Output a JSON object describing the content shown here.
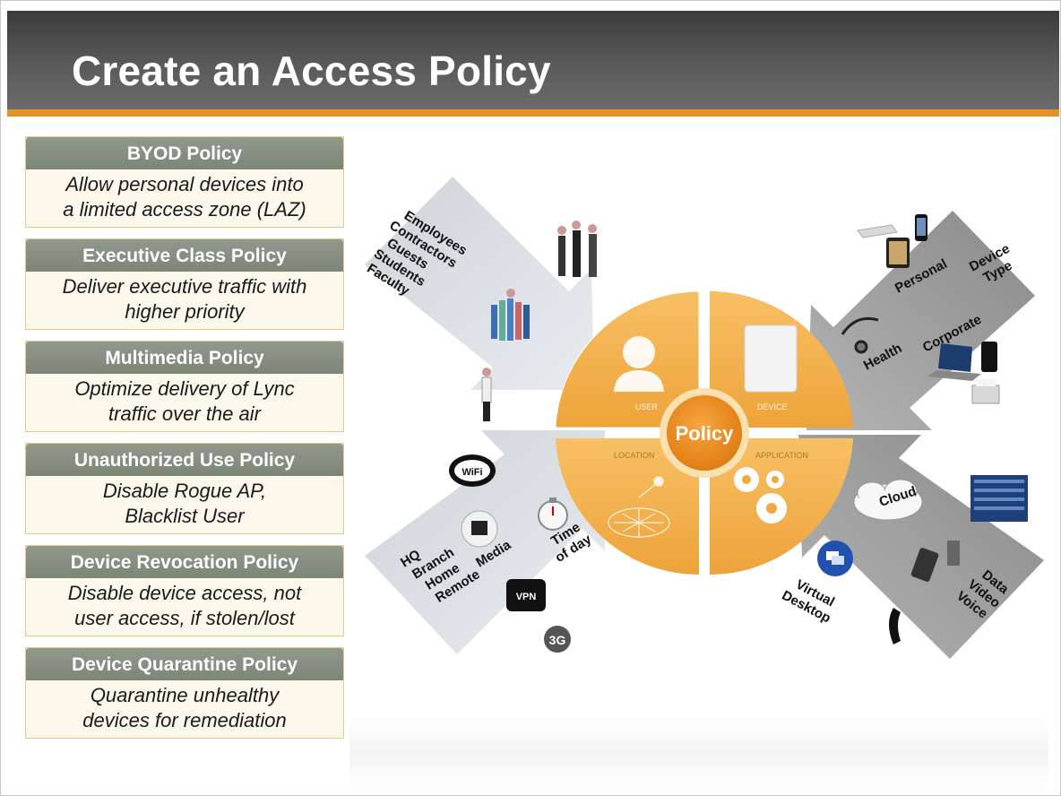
{
  "slide": {
    "title": "Create an Access Policy"
  },
  "policies": [
    {
      "name": "BYOD Policy",
      "description": "Allow personal devices into\na limited access zone (LAZ)"
    },
    {
      "name": "Executive Class Policy",
      "description": "Deliver executive traffic with\nhigher priority"
    },
    {
      "name": "Multimedia Policy",
      "description": "Optimize delivery of Lync\ntraffic over the air"
    },
    {
      "name": "Unauthorized Use Policy",
      "description": "Disable Rogue AP,\nBlacklist User"
    },
    {
      "name": "Device Revocation Policy",
      "description": "Disable device access, not\nuser access, if stolen/lost"
    },
    {
      "name": "Device Quarantine Policy",
      "description": "Quarantine unhealthy\ndevices for remediation"
    }
  ],
  "diagram": {
    "center_label": "Policy",
    "quadrants": {
      "user": "USER",
      "device": "DEVICE",
      "location": "LOCATION",
      "application": "APPLICATION"
    },
    "user_arrow": {
      "items": [
        "Employees",
        "Contractors",
        "Guests",
        "Students",
        "Faculty"
      ]
    },
    "device_arrow": {
      "device_type": [
        "Device",
        "Type"
      ],
      "personal": "Personal",
      "corporate": "Corporate",
      "health": "Health"
    },
    "location_arrow": {
      "places": [
        "HQ",
        "Branch",
        "Home",
        "Remote"
      ],
      "media": "Media",
      "time_of_day": [
        "Time",
        "of day"
      ],
      "wifi_badge": "WiFi",
      "vpn_badge": "VPN",
      "threeg_badge": "3G"
    },
    "application_arrow": {
      "cloud": "Cloud",
      "virtual_desktop": [
        "Virtual",
        "Desktop"
      ],
      "data_types": [
        "Data",
        "Video",
        "Voice"
      ]
    }
  },
  "colors": {
    "header_bg": "#4a4a4a",
    "header_accent": "#e3922b",
    "policy_head": "#85907f",
    "quadrant_orange": "#f0a83c",
    "center_orange": "#e8851a",
    "arrow_gray": "#9a9a9a",
    "arrow_light": "#d9dde3"
  }
}
